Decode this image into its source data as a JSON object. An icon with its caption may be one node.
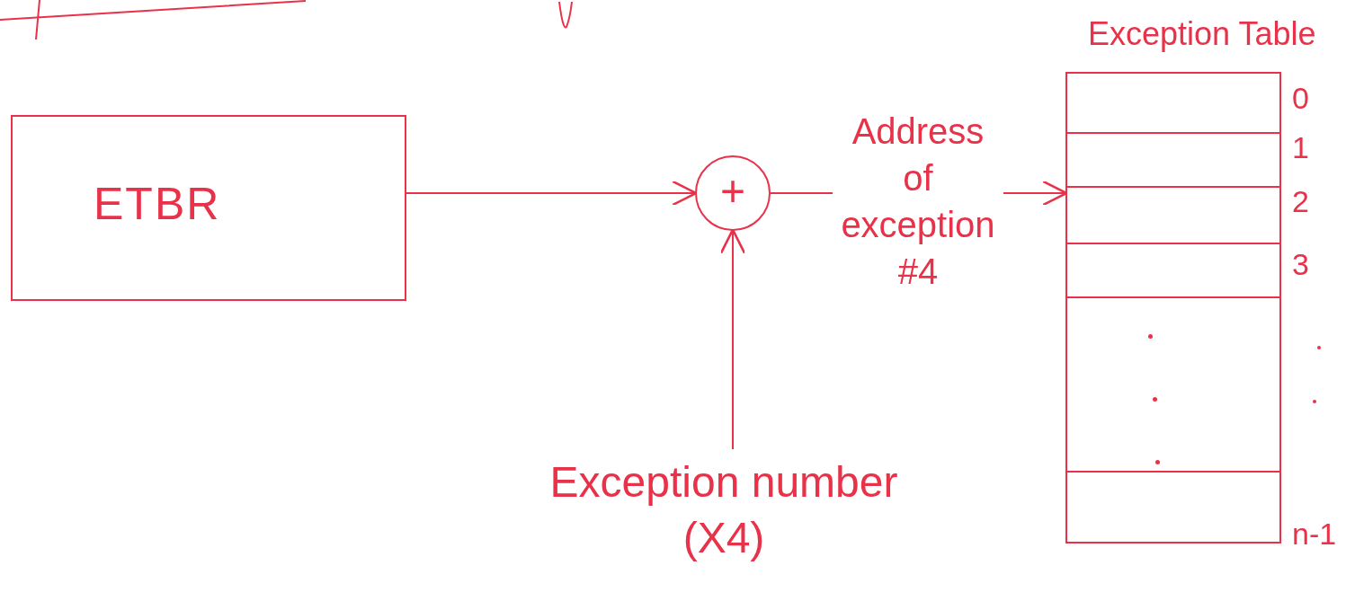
{
  "diagram": {
    "nodes": [
      {
        "text": [
          "ETBR"
        ]
      },
      {
        "text": [
          "+"
        ]
      },
      {
        "text": [
          "Exception number (X4)"
        ]
      },
      {
        "text": [
          "Exception Table"
        ],
        "beside": [
          "0",
          "1",
          "2",
          "3",
          "n-1"
        ]
      }
    ],
    "edges": [
      {
        "from": 0,
        "to": 1,
        "arrow": "to"
      },
      {
        "from": 2,
        "to": 1,
        "arrow": "to"
      },
      {
        "from": 1,
        "to": 3,
        "arrow": "to",
        "label": "Address of exception #4"
      }
    ]
  }
}
